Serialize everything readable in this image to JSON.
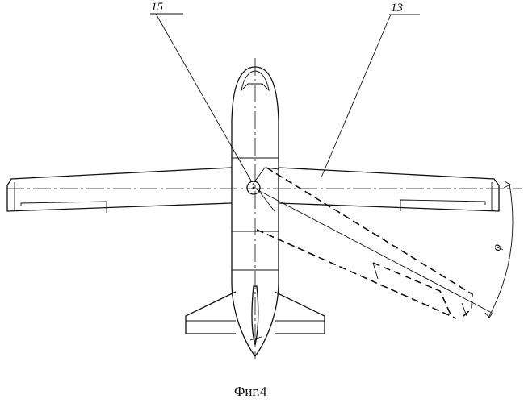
{
  "labels": {
    "pivot": "15",
    "wing": "13",
    "angle": "φ"
  },
  "caption": "Фиг.4",
  "colors": {
    "line": "#111111",
    "background": "#ffffff"
  }
}
